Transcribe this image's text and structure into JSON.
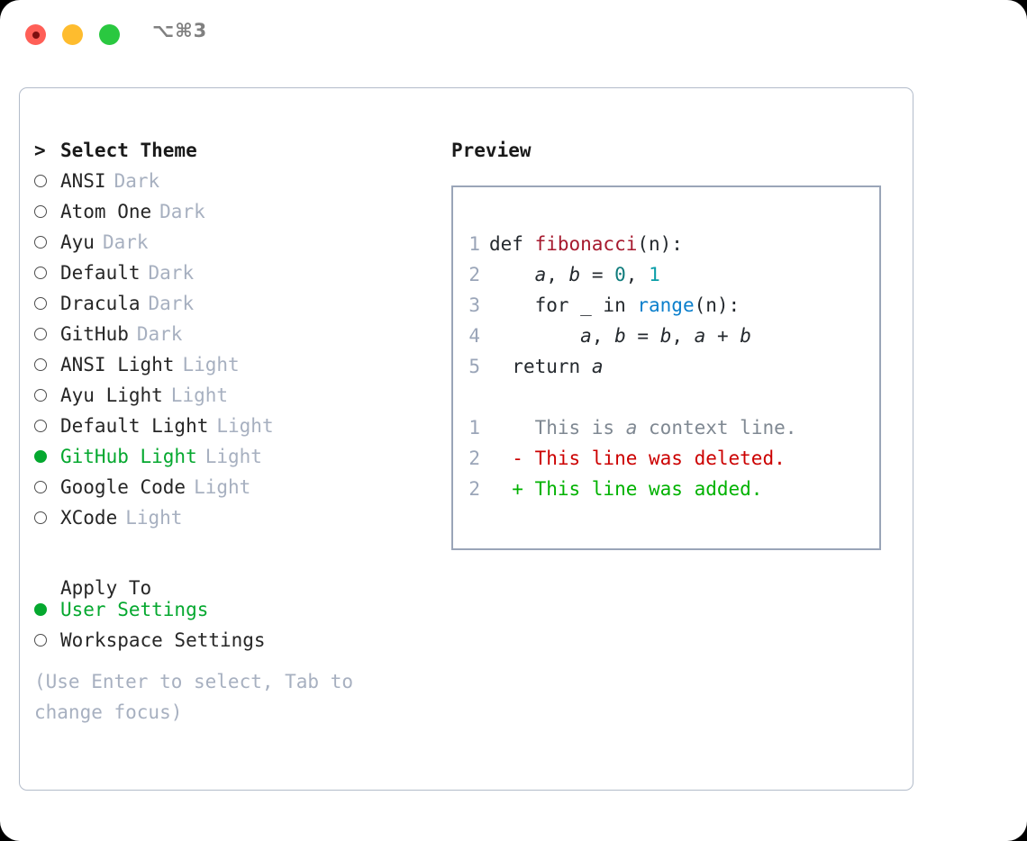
{
  "titlebar": {
    "shortcut": "⌥⌘3",
    "lights": [
      "close",
      "minimize",
      "zoom"
    ]
  },
  "theme_panel": {
    "header": {
      "marker": ">",
      "title": "Select Theme"
    },
    "items": [
      {
        "name": "ANSI",
        "tag": "Dark",
        "selected": false
      },
      {
        "name": "Atom One",
        "tag": "Dark",
        "selected": false
      },
      {
        "name": "Ayu",
        "tag": "Dark",
        "selected": false
      },
      {
        "name": "Default",
        "tag": "Dark",
        "selected": false
      },
      {
        "name": "Dracula",
        "tag": "Dark",
        "selected": false
      },
      {
        "name": "GitHub",
        "tag": "Dark",
        "selected": false
      },
      {
        "name": "ANSI Light",
        "tag": "Light",
        "selected": false
      },
      {
        "name": "Ayu Light",
        "tag": "Light",
        "selected": false
      },
      {
        "name": "Default Light",
        "tag": "Light",
        "selected": false
      },
      {
        "name": "GitHub Light",
        "tag": "Light",
        "selected": true
      },
      {
        "name": "Google Code",
        "tag": "Light",
        "selected": false
      },
      {
        "name": "XCode",
        "tag": "Light",
        "selected": false
      }
    ]
  },
  "apply_to": {
    "title": "Apply To",
    "items": [
      {
        "name": "User Settings",
        "selected": true
      },
      {
        "name": "Workspace Settings",
        "selected": false
      }
    ]
  },
  "hint": "(Use Enter to select, Tab to change focus)",
  "preview": {
    "title": "Preview",
    "code_lines": [
      {
        "no": "1",
        "indent": "",
        "parts": [
          {
            "t": "def ",
            "c": "plain"
          },
          {
            "t": "fibonacci",
            "c": "func"
          },
          {
            "t": "(n):",
            "c": "plain"
          }
        ]
      },
      {
        "no": "2",
        "indent": "    ",
        "parts": [
          {
            "t": "a",
            "c": "var"
          },
          {
            "t": ", ",
            "c": "plain"
          },
          {
            "t": "b",
            "c": "var"
          },
          {
            "t": " = ",
            "c": "plain"
          },
          {
            "t": "0",
            "c": "num"
          },
          {
            "t": ", ",
            "c": "plain"
          },
          {
            "t": "1",
            "c": "num2"
          }
        ]
      },
      {
        "no": "3",
        "indent": "    ",
        "parts": [
          {
            "t": "for _ in ",
            "c": "plain"
          },
          {
            "t": "range",
            "c": "builtin"
          },
          {
            "t": "(n):",
            "c": "plain"
          }
        ]
      },
      {
        "no": "4",
        "indent": "        ",
        "parts": [
          {
            "t": "a",
            "c": "var"
          },
          {
            "t": ", ",
            "c": "plain"
          },
          {
            "t": "b",
            "c": "var"
          },
          {
            "t": " = ",
            "c": "plain"
          },
          {
            "t": "b",
            "c": "var"
          },
          {
            "t": ", ",
            "c": "plain"
          },
          {
            "t": "a",
            "c": "var"
          },
          {
            "t": " + ",
            "c": "plain"
          },
          {
            "t": "b",
            "c": "var"
          }
        ]
      },
      {
        "no": "5",
        "indent": "  ",
        "parts": [
          {
            "t": "return ",
            "c": "plain"
          },
          {
            "t": "a",
            "c": "var"
          }
        ]
      }
    ],
    "diff_lines": [
      {
        "no": "1",
        "sign": "  ",
        "kind": "ctx",
        "parts": [
          {
            "t": "This is ",
            "c": "ctx"
          },
          {
            "t": "a",
            "c": "ctx-var"
          },
          {
            "t": " context line.",
            "c": "ctx"
          }
        ]
      },
      {
        "no": "2",
        "sign": "- ",
        "kind": "del",
        "parts": [
          {
            "t": "This line was deleted.",
            "c": "del"
          }
        ]
      },
      {
        "no": "2",
        "sign": "+ ",
        "kind": "add",
        "parts": [
          {
            "t": "This line was added.",
            "c": "add"
          }
        ]
      }
    ]
  },
  "colors": {
    "accent_green": "#05a82f",
    "tag_gray": "#a7b0c0",
    "lineno_gray": "#9aa5b8",
    "diff_add": "#00b200",
    "diff_del": "#cc0000",
    "func_red": "#a6192e",
    "builtin_blue": "#0b7fcc",
    "num_teal": "#0f7c7c"
  }
}
